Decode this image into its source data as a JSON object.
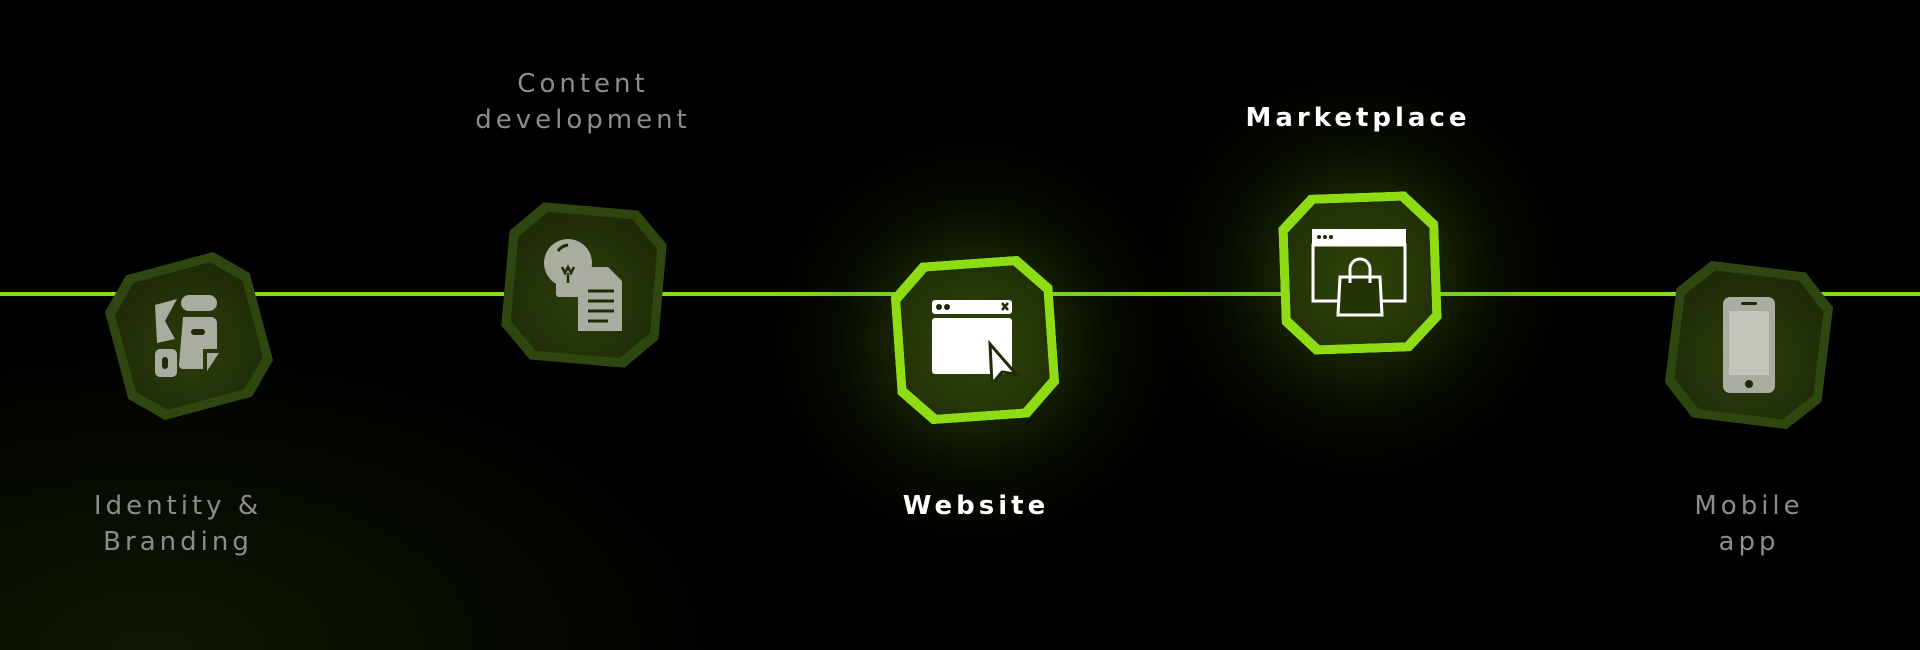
{
  "steps": [
    {
      "id": "identity",
      "lines": [
        "Identity &",
        "Branding"
      ],
      "icon": "brand-kit-icon",
      "active": false
    },
    {
      "id": "content",
      "lines": [
        "Content",
        "development"
      ],
      "icon": "idea-document-icon",
      "active": false
    },
    {
      "id": "website",
      "lines": [
        "Website"
      ],
      "icon": "browser-cursor-icon",
      "active": true
    },
    {
      "id": "marketplace",
      "lines": [
        "Marketplace"
      ],
      "icon": "browser-shopping-bag-icon",
      "active": true
    },
    {
      "id": "mobile",
      "lines": [
        "Mobile",
        "app"
      ],
      "icon": "smartphone-icon",
      "active": false
    }
  ],
  "colors": {
    "accent": "#86dd18",
    "inactive_border": "#2e4610",
    "inactive_text": "#8c8c8c",
    "active_text": "#ffffff",
    "background": "#000000"
  }
}
